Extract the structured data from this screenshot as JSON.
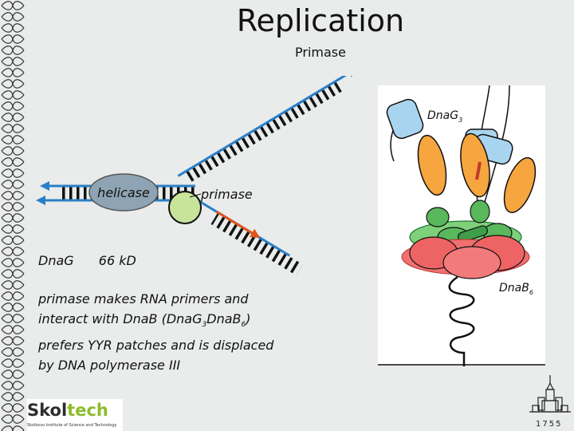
{
  "title": "Replication",
  "subtitle": "Primase",
  "diagram": {
    "helicase_label": "helicase",
    "primase_label": "primase"
  },
  "text": {
    "dnag_name": "DnaG",
    "dnag_mass": "66 kD",
    "desc_line1": "primase makes RNA primers and",
    "desc_line2a": "interact with DnaB (DnaG",
    "desc_line2_sub1": "3",
    "desc_line2b": "DnaB",
    "desc_line2_sub2": "6",
    "desc_line2c": ")",
    "desc_line3": "prefers YYR patches and is displaced",
    "desc_line4": "by DNA polymerase III"
  },
  "structure": {
    "dnag_label": "DnaG",
    "dnag_sub": "3",
    "dnab_label": "DnaB",
    "dnab_sub": "6"
  },
  "logo": {
    "word_a": "Skol",
    "word_b": "tech",
    "subtitle": "Skolkovo Institute of Science and Technology"
  },
  "msu_year": "1755",
  "colors": {
    "strand_blue": "#2a7fc8",
    "helicase_fill": "#8ea4b4",
    "primase_fill": "#c8e39a",
    "rna_primer": "#e0561c",
    "logo_accent": "#8dbb2b"
  }
}
